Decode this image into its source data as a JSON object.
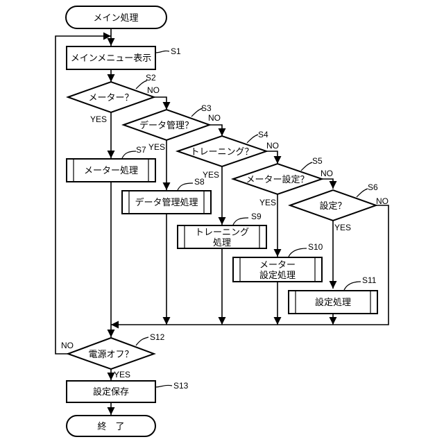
{
  "nodes": {
    "start": "メイン処理",
    "s1": "メインメニュー表示",
    "s2": "メーター？",
    "s3": "データ管理？",
    "s4": "トレーニング？",
    "s5": "メーター設定？",
    "s6": "設定？",
    "s7": "メーター処理",
    "s8": "データ管理処理",
    "s9_line1": "トレーニング",
    "s9_line2": "処理",
    "s10_line1": "メーター",
    "s10_line2": "設定処理",
    "s11": "設定処理",
    "s12": "電源オフ？",
    "s13": "設定保存",
    "end": "終　了"
  },
  "step_labels": {
    "s1": "S1",
    "s2": "S2",
    "s3": "S3",
    "s4": "S4",
    "s5": "S5",
    "s6": "S6",
    "s7": "S7",
    "s8": "S8",
    "s9": "S9",
    "s10": "S10",
    "s11": "S11",
    "s12": "S12",
    "s13": "S13"
  },
  "branch_labels": {
    "yes": "YES",
    "no": "NO"
  }
}
